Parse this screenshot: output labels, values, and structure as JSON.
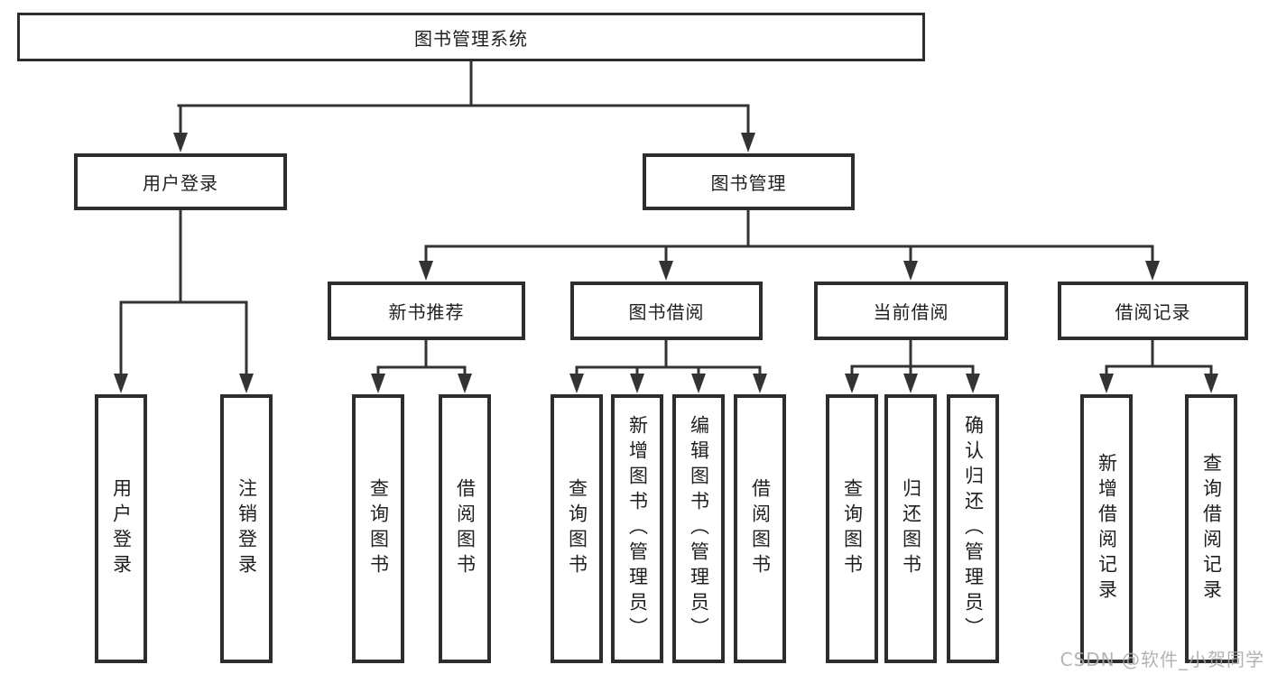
{
  "diagram_type": "hierarchy-tree",
  "tree": {
    "root": {
      "label": "图书管理系统",
      "children": [
        {
          "label": "用户登录",
          "children": [
            {
              "label": "用户登录"
            },
            {
              "label": "注销登录"
            }
          ]
        },
        {
          "label": "图书管理",
          "children": [
            {
              "label": "新书推荐",
              "children": [
                {
                  "label": "查询图书"
                },
                {
                  "label": "借阅图书"
                }
              ]
            },
            {
              "label": "图书借阅",
              "children": [
                {
                  "label": "查询图书"
                },
                {
                  "label": "新增图书（管理员）"
                },
                {
                  "label": "编辑图书（管理员）"
                },
                {
                  "label": "借阅图书"
                }
              ]
            },
            {
              "label": "当前借阅",
              "children": [
                {
                  "label": "查询图书"
                },
                {
                  "label": "归还图书"
                },
                {
                  "label": "确认归还（管理员）"
                }
              ]
            },
            {
              "label": "借阅记录",
              "children": [
                {
                  "label": "新增借阅记录"
                },
                {
                  "label": "查询借阅记录"
                }
              ]
            }
          ]
        }
      ]
    }
  },
  "watermark": {
    "text": "CSDN @软件_小贺同学"
  },
  "colors": {
    "line": "#333333",
    "box_border": "#2d2d2d",
    "text": "#1f1f1f",
    "watermark": "#a8a8a8",
    "background": "#ffffff"
  }
}
